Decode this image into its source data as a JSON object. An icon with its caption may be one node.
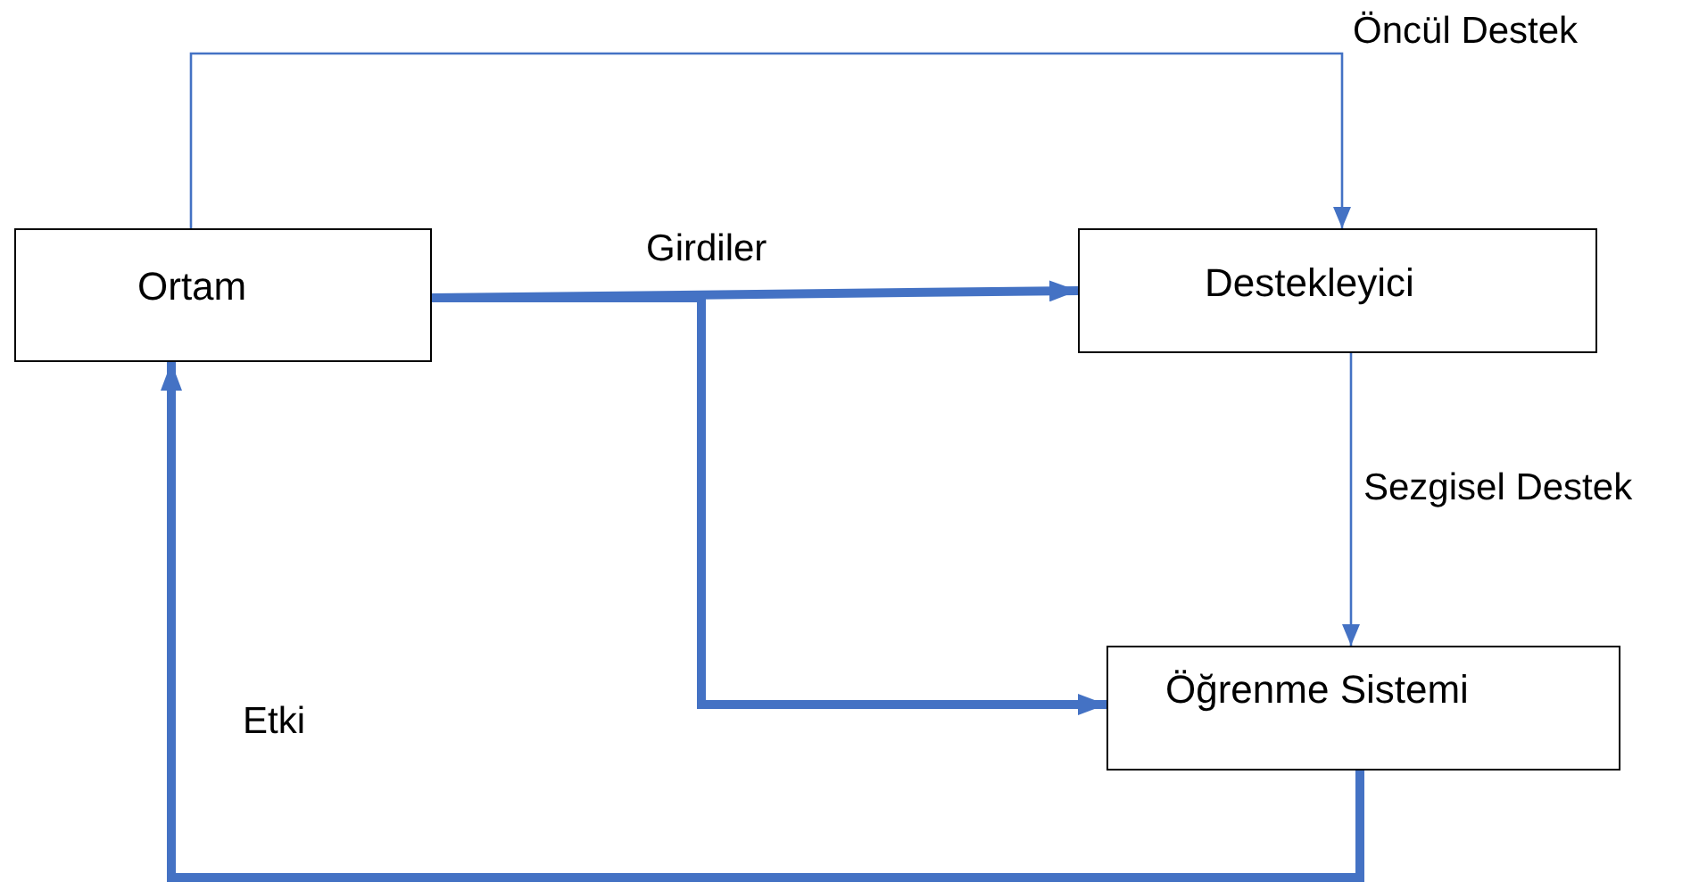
{
  "diagram": {
    "nodes": [
      {
        "text": [
          "Ortam"
        ]
      },
      {
        "text": [
          "Destekleyici"
        ]
      },
      {
        "text": [
          "Öğrenme Sistemi"
        ]
      }
    ],
    "edges": [
      {
        "from": 0,
        "to": 1,
        "arrow": "to",
        "label": "Öncül Destek",
        "color": "#4472c4"
      },
      {
        "from": 0,
        "to": 1,
        "arrow": "to",
        "label": "Girdiler",
        "color": "#4472c4"
      },
      {
        "from": 0,
        "to": 2,
        "arrow": "to",
        "color": "#4472c4"
      },
      {
        "from": 1,
        "to": 2,
        "arrow": "to",
        "label": "Sezgisel Destek",
        "color": "#4472c4"
      },
      {
        "from": 2,
        "to": 0,
        "arrow": "to",
        "label": "Etki",
        "color": "#4472c4"
      }
    ]
  }
}
